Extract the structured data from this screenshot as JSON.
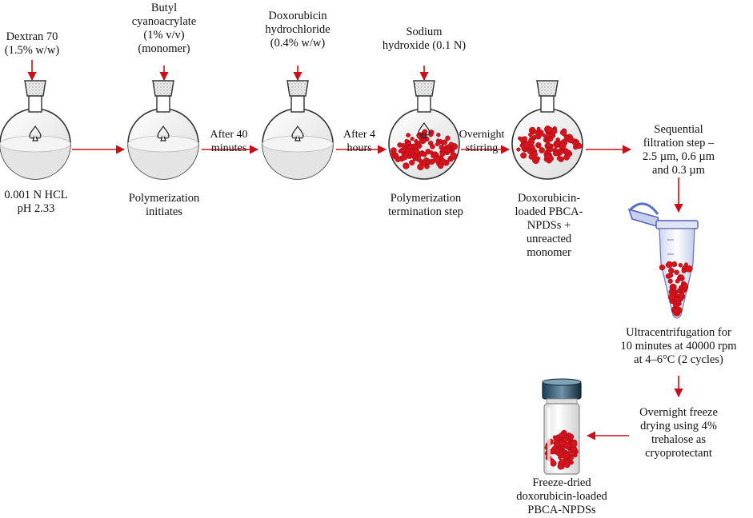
{
  "reagents": {
    "dextran": "Dextran 70\n(1.5% w/w)",
    "butyl": "Butyl\ncyanoacrylate\n(1% v/v)\n(monomer)",
    "doxorubicin": "Doxorubicin\nhydrochloride\n(0.4% w/w)",
    "sodium": "Sodium\nhydroxide (0.1 N)"
  },
  "steps": {
    "hcl": "0.001 N HCL\npH 2.33",
    "polymerization_initiates": "Polymerization\ninitiates",
    "termination": "Polymerization\ntermination step",
    "loaded": "Doxorubicin-\nloaded PBCA-\nNPDSs +\nunreacted\nmonomer",
    "filtration": "Sequential\nfiltration step –\n2.5 µm, 0.6 µm\nand 0.3 µm",
    "ultracentrifugation": "Ultracentrifugation for\n10 minutes at 40000 rpm\nat 4–6°C (2 cycles)",
    "freeze_drying": "Overnight freeze\ndrying using 4%\ntrehalose as\ncryoprotectant",
    "final": "Freeze-dried\ndoxorubicin-loaded\nPBCA-NPDSs"
  },
  "arrows": {
    "after_40": "After 40\nminutes",
    "after_4": "After 4\nhours",
    "overnight": "Overnight\nstirring"
  },
  "colors": {
    "arrow": "#c8101a",
    "nanoparticles": "#d6141e",
    "flask_outline": "#333333",
    "liquid": "#e8e8e8"
  },
  "icons": {
    "flask": "round-bottom-flask-icon",
    "tube": "microcentrifuge-tube-icon",
    "vial": "glass-vial-icon"
  }
}
